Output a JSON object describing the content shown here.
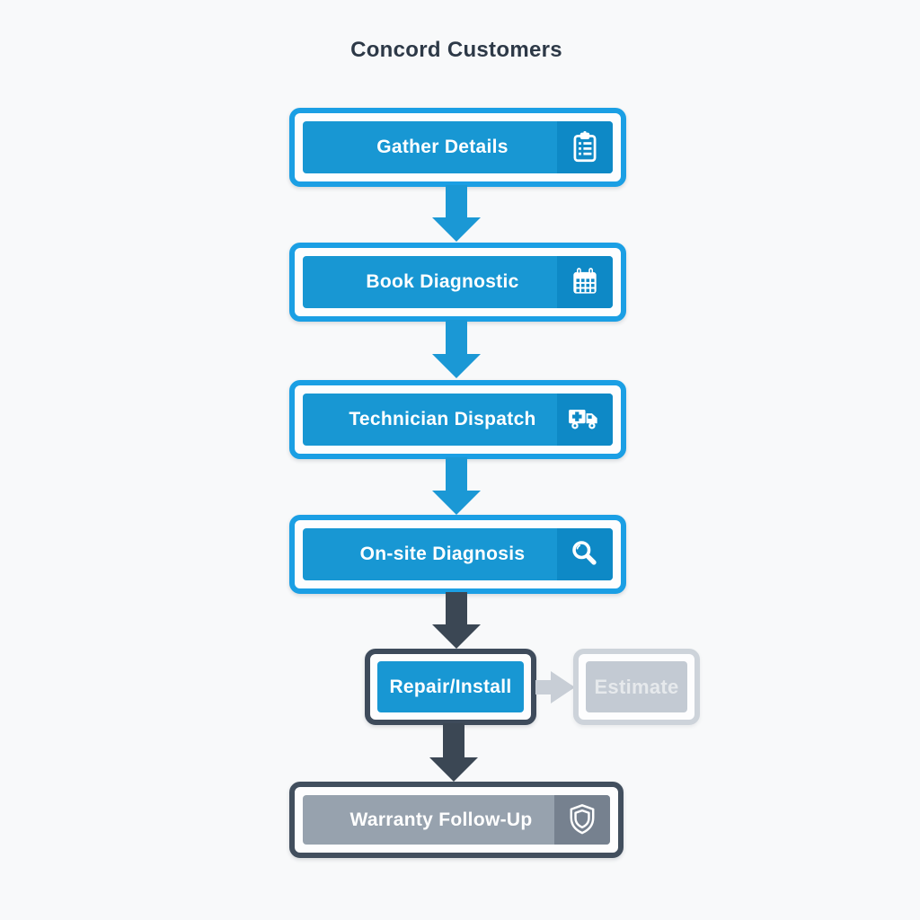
{
  "title": "Concord Customers",
  "steps": [
    {
      "label": "Gather Details",
      "icon": "clipboard-icon"
    },
    {
      "label": "Book Diagnostic",
      "icon": "calendar-icon"
    },
    {
      "label": "Technician Dispatch",
      "icon": "truck-icon"
    },
    {
      "label": "On-site Diagnosis",
      "icon": "magnifier-icon"
    },
    {
      "label": "Repair/Install",
      "icon": null
    },
    {
      "label": "Warranty Follow-Up",
      "icon": "shield-icon"
    }
  ],
  "side_box": {
    "label": "Estimate"
  },
  "colors": {
    "blue_fill": "#1897d3",
    "blue_border": "#1b9fe4",
    "blue_icon_zone": "#0e89c6",
    "dark_slate": "#3e4b5b",
    "dark_arrow": "#3b4754",
    "warranty_fill": "#97a2ae",
    "warranty_icon_zone": "#76818f",
    "estimate_border": "#cdd3da",
    "estimate_fill": "#c3cad3",
    "estimate_text": "#e6e9ec",
    "background": "#f8f9fa",
    "title_text": "#2d3947"
  }
}
